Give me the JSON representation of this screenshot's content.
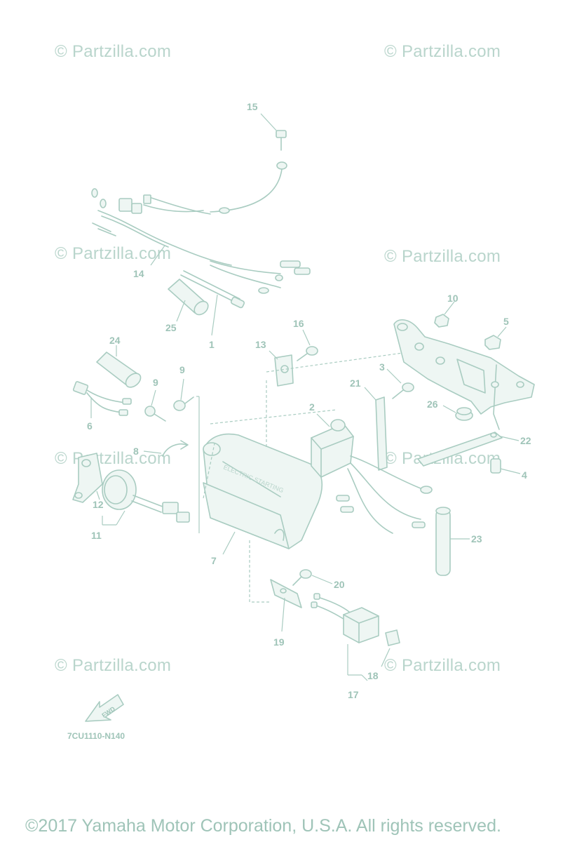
{
  "watermarks": [
    "© Partzilla.com",
    "© Partzilla.com",
    "© Partzilla.com",
    "© Partzilla.com",
    "© Partzilla.com",
    "© Partzilla.com",
    "© Partzilla.com",
    "© Partzilla.com"
  ],
  "callouts": [
    "15",
    "14",
    "25",
    "1",
    "10",
    "5",
    "16",
    "13",
    "24",
    "9",
    "9",
    "3",
    "21",
    "2",
    "26",
    "6",
    "8",
    "22",
    "4",
    "12",
    "11",
    "23",
    "7",
    "20",
    "19",
    "18",
    "17"
  ],
  "direction_label": "FWD",
  "diagram_code": "7CU1110-N140",
  "copyright": "©2017 Yamaha Motor Corporation, U.S.A. All rights reserved."
}
